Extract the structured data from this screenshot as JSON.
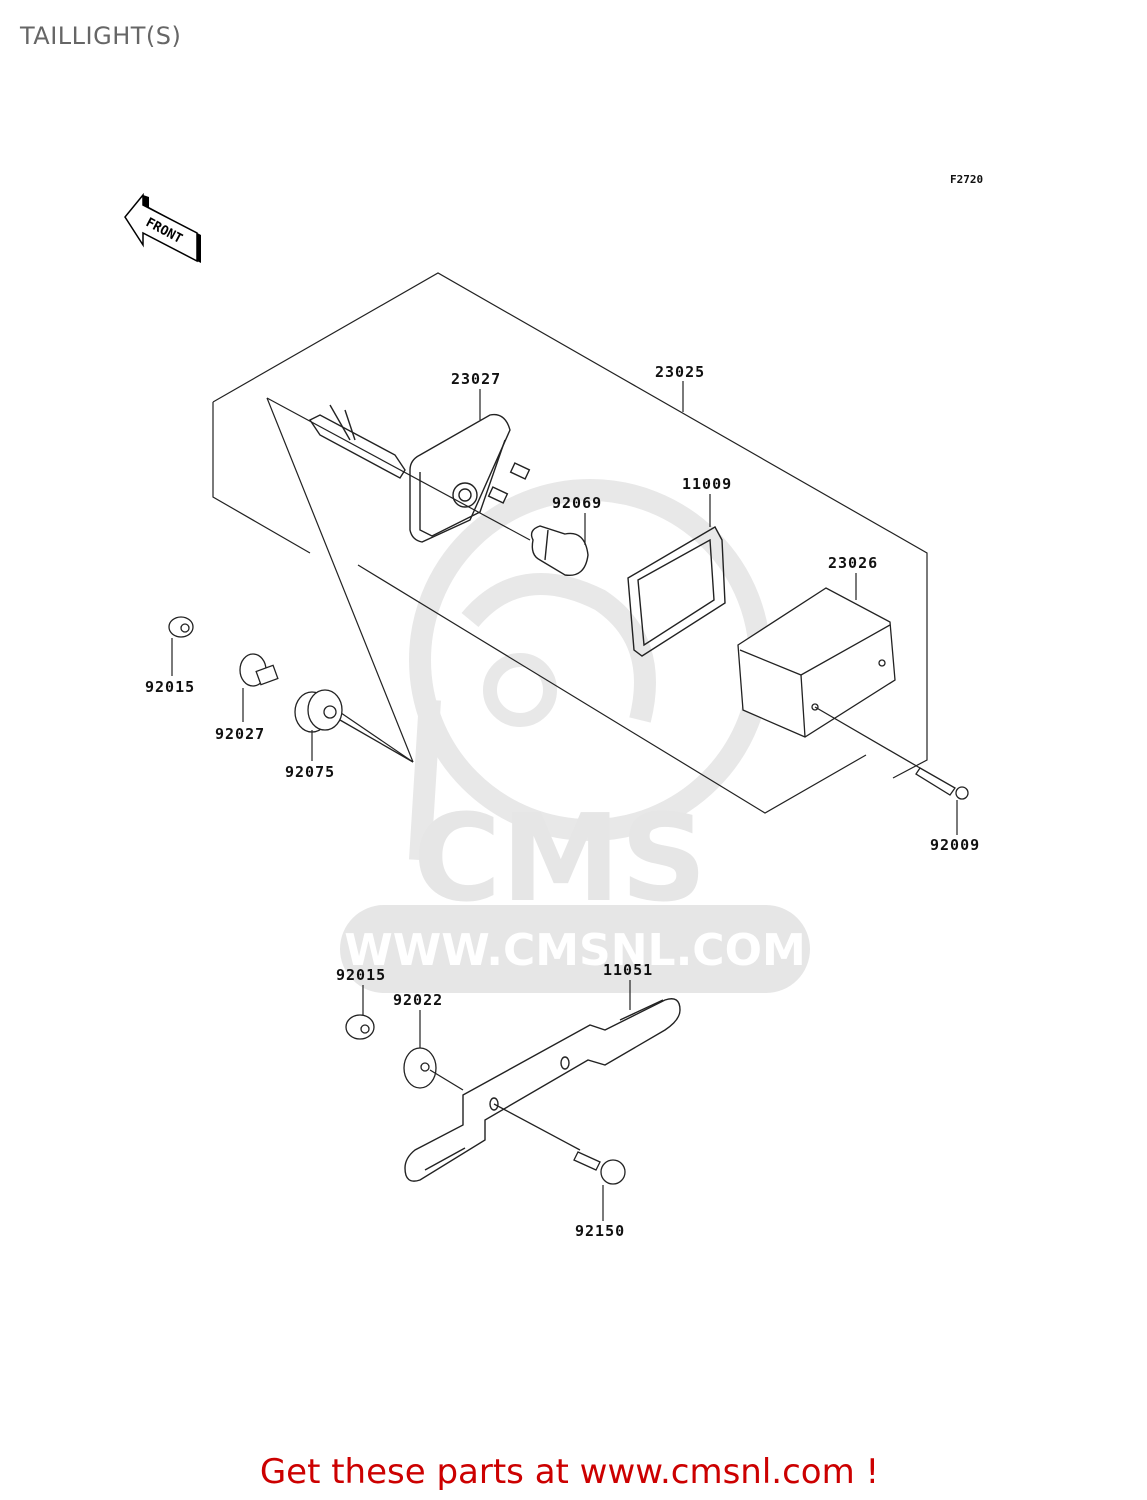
{
  "header": {
    "title": "TAILLIGHT(S)"
  },
  "diagram": {
    "figure_code": "F2720",
    "front_indicator": "FRONT",
    "watermark": {
      "logo_text": "CMS",
      "url_text": "WWW.CMSNL.COM",
      "color": "#e6e6e6"
    },
    "parts": [
      {
        "number": "23027",
        "description": "taillight housing / base"
      },
      {
        "number": "23025",
        "description": "taillight assembly"
      },
      {
        "number": "92069",
        "description": "bulb"
      },
      {
        "number": "11009",
        "description": "gasket"
      },
      {
        "number": "23026",
        "description": "lens"
      },
      {
        "number": "92009",
        "description": "screw"
      },
      {
        "number": "92015",
        "description": "nut"
      },
      {
        "number": "92027",
        "description": "collar"
      },
      {
        "number": "92075",
        "description": "grommet"
      },
      {
        "number": "92015",
        "description": "nut"
      },
      {
        "number": "92022",
        "description": "washer"
      },
      {
        "number": "11051",
        "description": "bracket"
      },
      {
        "number": "92150",
        "description": "bolt"
      }
    ]
  },
  "footer": {
    "cta": "Get these parts at www.cmsnl.com !",
    "color": "#cc0000"
  }
}
